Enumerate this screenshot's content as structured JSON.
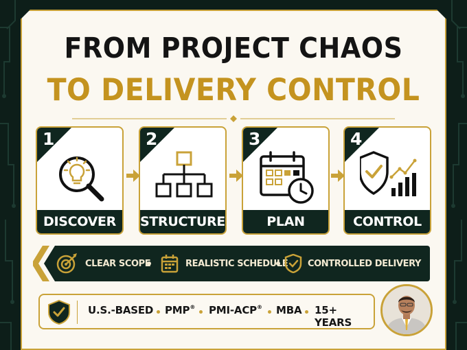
{
  "headline": {
    "line1": "FROM PROJECT CHAOS",
    "line2": "TO DELIVERY CONTROL"
  },
  "steps": [
    {
      "number": "1",
      "label": "DISCOVER",
      "icon": "magnifier-lightbulb-icon"
    },
    {
      "number": "2",
      "label": "STRUCTURE",
      "icon": "hierarchy-chart-icon"
    },
    {
      "number": "3",
      "label": "PLAN",
      "icon": "calendar-clock-icon"
    },
    {
      "number": "4",
      "label": "CONTROL",
      "icon": "shield-growth-chart-icon"
    }
  ],
  "benefits": [
    {
      "label": "CLEAR SCOPE",
      "icon": "target-arrow-icon"
    },
    {
      "label": "REALISTIC SCHEDULE",
      "icon": "calendar-icon"
    },
    {
      "label": "CONTROLLED DELIVERY",
      "icon": "shield-check-icon"
    }
  ],
  "credentials": {
    "items": [
      "U.S.-BASED",
      "PMP",
      "PMI-ACP",
      "MBA",
      "15+ YEARS"
    ],
    "registered_mark": "®"
  },
  "colors": {
    "gold": "#c9a238",
    "headline_gold": "#c4931f",
    "dark_green": "#10261f",
    "background": "#0d1e19",
    "card": "#fbf8f1"
  }
}
